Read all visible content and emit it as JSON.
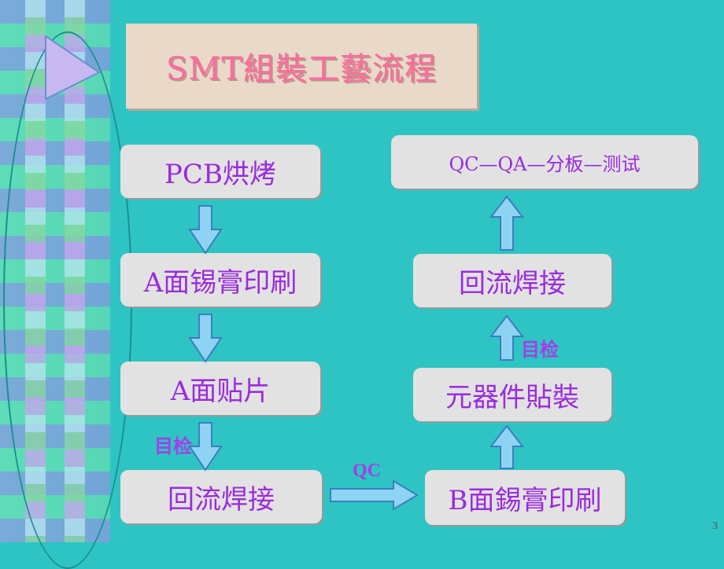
{
  "title": "SMT組裝工藝流程",
  "steps": {
    "pcb_bake": "PCB烘烤",
    "a_paste_print": "A面锡膏印刷",
    "a_mount": "A面贴片",
    "reflow_1": "回流焊接",
    "b_paste_print": "B面錫膏印刷",
    "component_mount": "元器件貼裝",
    "reflow_2": "回流焊接",
    "final": "QC—QA—分板—测试"
  },
  "labels": {
    "visual_check_1": "目检",
    "visual_check_2": "目检",
    "qc": "QC"
  },
  "page_number": "3",
  "colors": {
    "background": "#2ec4c4",
    "box_text": "#9b2bdc",
    "title_text": "#ff6aa0",
    "arrow_fill": "#8fd3f4"
  }
}
